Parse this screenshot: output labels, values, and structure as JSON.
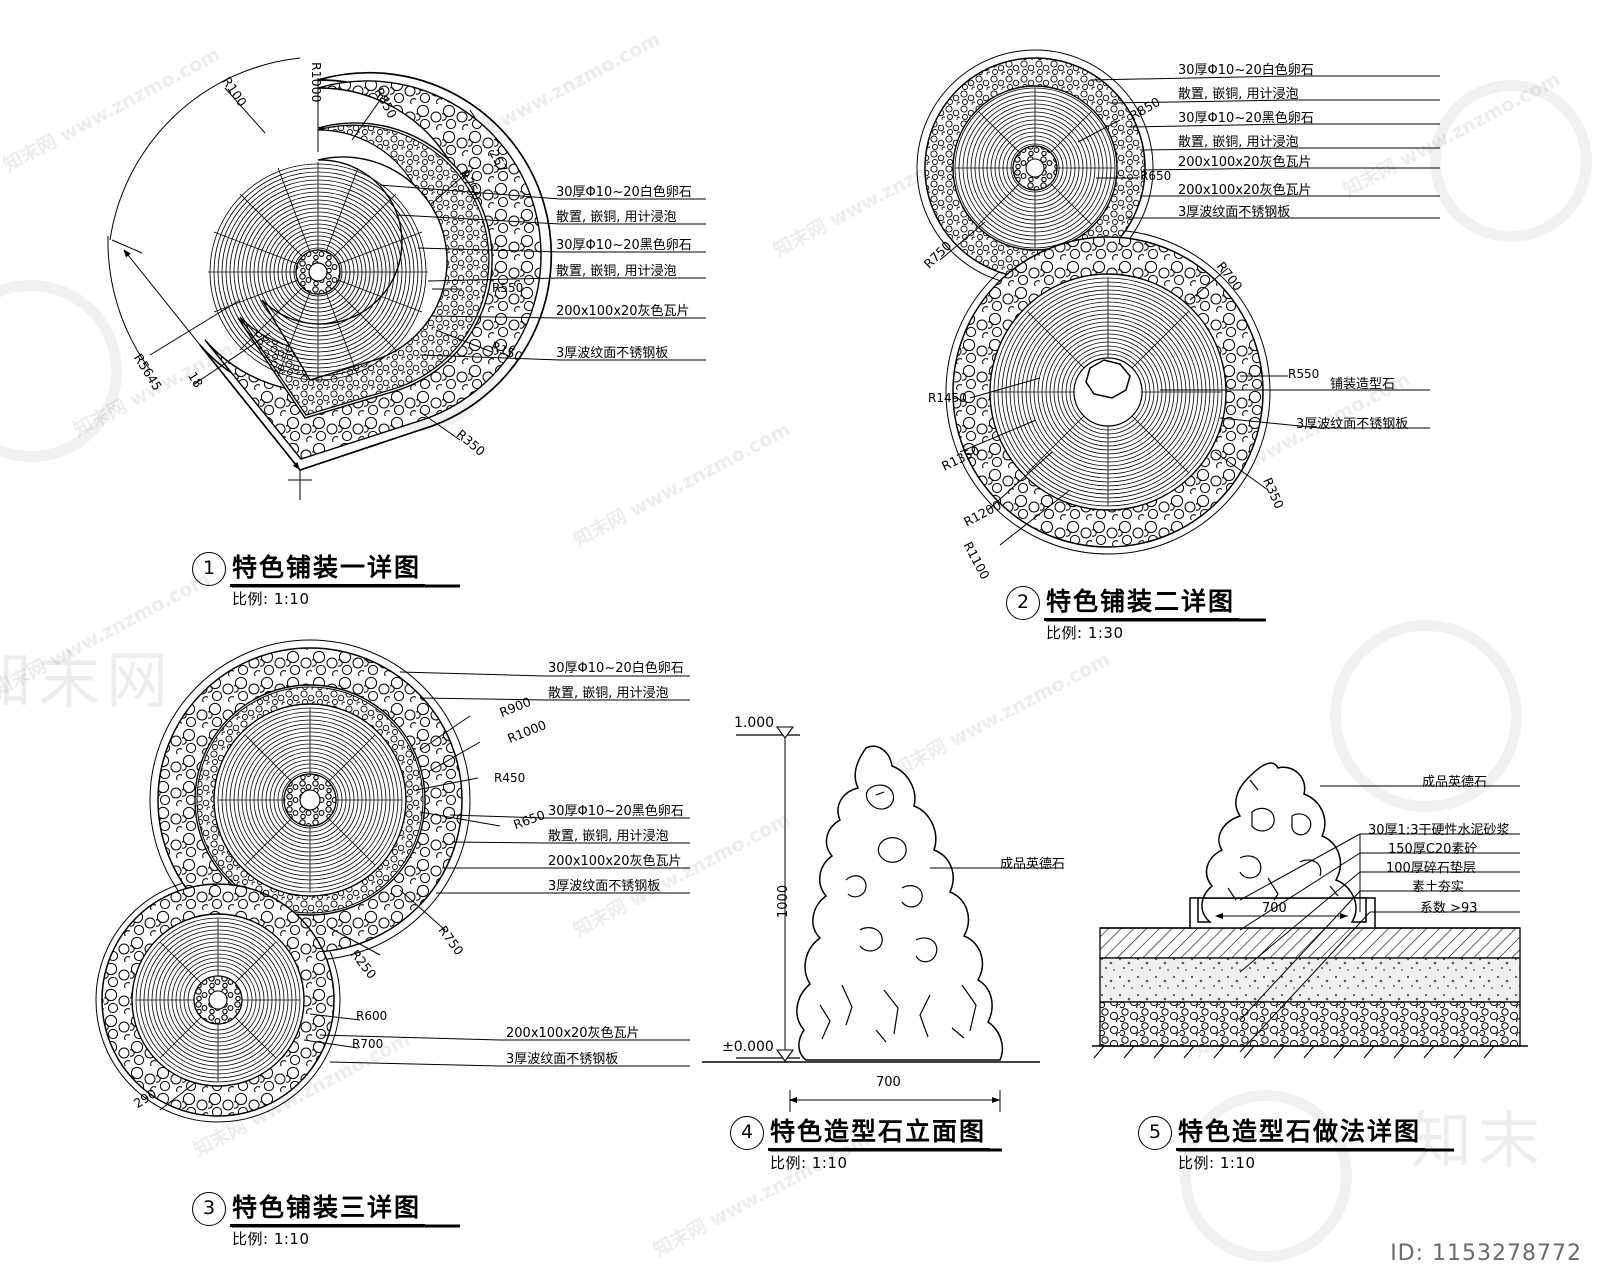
{
  "sheet": {
    "id_tag": "ID: 1153278772",
    "brand_mark": "知未",
    "watermark_text": "知末网 www.znzmo.com"
  },
  "materials": {
    "white_pebble": "30厚Φ10~20白色卵石",
    "place_note": "散置, 嵌铜, 用计浸泡",
    "black_pebble": "30厚Φ10~20黑色卵石",
    "grey_tile": "200x100x20灰色瓦片",
    "steel_edge": "3厚波纹面不锈钢板",
    "white_cobble_note": "铺装造型石"
  },
  "details": [
    {
      "number": "1",
      "title": "特色铺装一详图",
      "scale": "比例: 1:10",
      "dims": [
        "R100",
        "R1000",
        "R850",
        "R750",
        "257",
        "R550",
        "R150",
        "R350",
        "R5645",
        "18"
      ],
      "callouts": [
        "30厚Φ10~20白色卵石",
        "散置, 嵌铜, 用计浸泡",
        "30厚Φ10~20黑色卵石",
        "散置, 嵌铜, 用计浸泡",
        "200x100x20灰色瓦片",
        "3厚波纹面不锈钢板"
      ]
    },
    {
      "number": "2",
      "title": "特色铺装二详图",
      "scale": "比例: 1:30",
      "dims": [
        "R850",
        "R650",
        "R750",
        "R700",
        "R550",
        "R1450",
        "R1350",
        "R1200",
        "R1100",
        "R350"
      ],
      "callouts": [
        "30厚Φ10~20白色卵石",
        "散置, 嵌铜, 用计浸泡",
        "30厚Φ10~20黑色卵石",
        "散置, 嵌铜, 用计浸泡",
        "200x100x20灰色瓦片",
        "200x100x20灰色瓦片",
        "3厚波纹面不锈钢板",
        "铺装造型石",
        "3厚波纹面不锈钢板"
      ]
    },
    {
      "number": "3",
      "title": "特色铺装三详图",
      "scale": "比例: 1:10",
      "dims": [
        "R900",
        "R1000",
        "R450",
        "R650",
        "R750",
        "R250",
        "R600",
        "R700",
        "290"
      ],
      "callouts": [
        "30厚Φ10~20白色卵石",
        "散置, 嵌铜, 用计浸泡",
        "30厚Φ10~20黑色卵石",
        "散置, 嵌铜, 用计浸泡",
        "200x100x20灰色瓦片",
        "3厚波纹面不锈钢板",
        "200x100x20灰色瓦片",
        "3厚波纹面不锈钢板"
      ]
    },
    {
      "number": "4",
      "title": "特色造型石立面图",
      "scale": "比例: 1:10",
      "dims": [
        "1.000",
        "1000",
        "±0.000",
        "700"
      ],
      "callouts": [
        "成品英德石"
      ]
    },
    {
      "number": "5",
      "title": "特色造型石做法详图",
      "scale": "比例: 1:10",
      "dims": [
        "700"
      ],
      "callouts": [
        "成品英德石",
        "30厚1:3干硬性水泥砂浆",
        "150厚C20素砼",
        "100厚碎石垫层",
        "素土夯实",
        "系数 >93"
      ]
    }
  ]
}
